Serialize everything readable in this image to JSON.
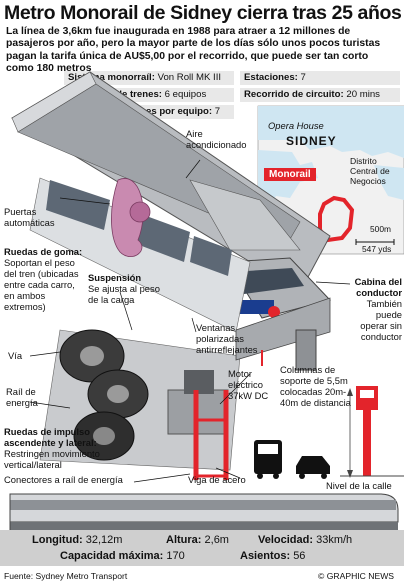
{
  "title": "Metro Monorail de Sidney cierra tras 25 años",
  "intro": "La línea de 3,6km fue inaugurada en 1988 para atraer a 12 millones de pasajeros por año, pero la mayor parte de los días sólo unos pocos turistas pagan la tarifa única de AU$5,00 por el recorrido, que puede ser tan corto como 180 metros",
  "specs": {
    "system_label": "Sistema monorraíl:",
    "system_value": "Von Roll MK III",
    "trains_label": "No. de trenes:",
    "trains_value": "6 equipos",
    "cars_label": "Coches por equipo:",
    "cars_value": "7",
    "stations_label": "Estaciones:",
    "stations_value": "7",
    "route_label": "Recorrido de circuito:",
    "route_value": "20 mins"
  },
  "map": {
    "opera_house": "Opera House",
    "city": "SIDNEY",
    "route_badge": "Monorail",
    "district": "Distrito Central de Negocios",
    "scale_m": "500m",
    "scale_yd": "547 yds"
  },
  "labels": {
    "ac": "Aire acondicionado",
    "doors": "Puertas automáticas",
    "rubber_title": "Ruedas de goma:",
    "rubber_body": "Soportan el peso del tren (ubicadas entre cada carro, en ambos extremos)",
    "suspension_title": "Suspensión",
    "suspension_body": "Se ajusta al peso de la carga",
    "cab_title": "Cabina del conductor",
    "cab_body": "También puede operar sin conductor",
    "windows": "Ventanas polarizadas antirreflejantes",
    "track": "Vía",
    "power_rail": "Raíl de energía",
    "motor": "Motor eléctrico 37kW DC",
    "thrust_title": "Ruedas de impulso ascendente y lateral:",
    "thrust_body": "Restringen movimiento vertical/lateral",
    "columns": "Columnas de soporte de 5,5m colocadas 20m-40m de distancia",
    "connectors": "Conectores a raíl de energía",
    "steel_beam": "Viga de acero",
    "street_level": "Nivel de la calle"
  },
  "dimensions": {
    "length_label": "Longitud:",
    "length_value": "32,12m",
    "height_label": "Altura:",
    "height_value": "2,6m",
    "speed_label": "Velocidad:",
    "speed_value": "33km/h",
    "capacity_label": "Capacidad máxima:",
    "capacity_value": "170",
    "seats_label": "Asientos:",
    "seats_value": "56"
  },
  "footer": {
    "source": "Fuente: Sydney Metro Transport",
    "credit": "© GRAPHIC NEWS"
  },
  "colors": {
    "accent_red": "#e3242b",
    "spec_bg": "#e8e8e8",
    "dims_bg": "#cfcfcf",
    "train_grey": "#b9bcc0"
  }
}
